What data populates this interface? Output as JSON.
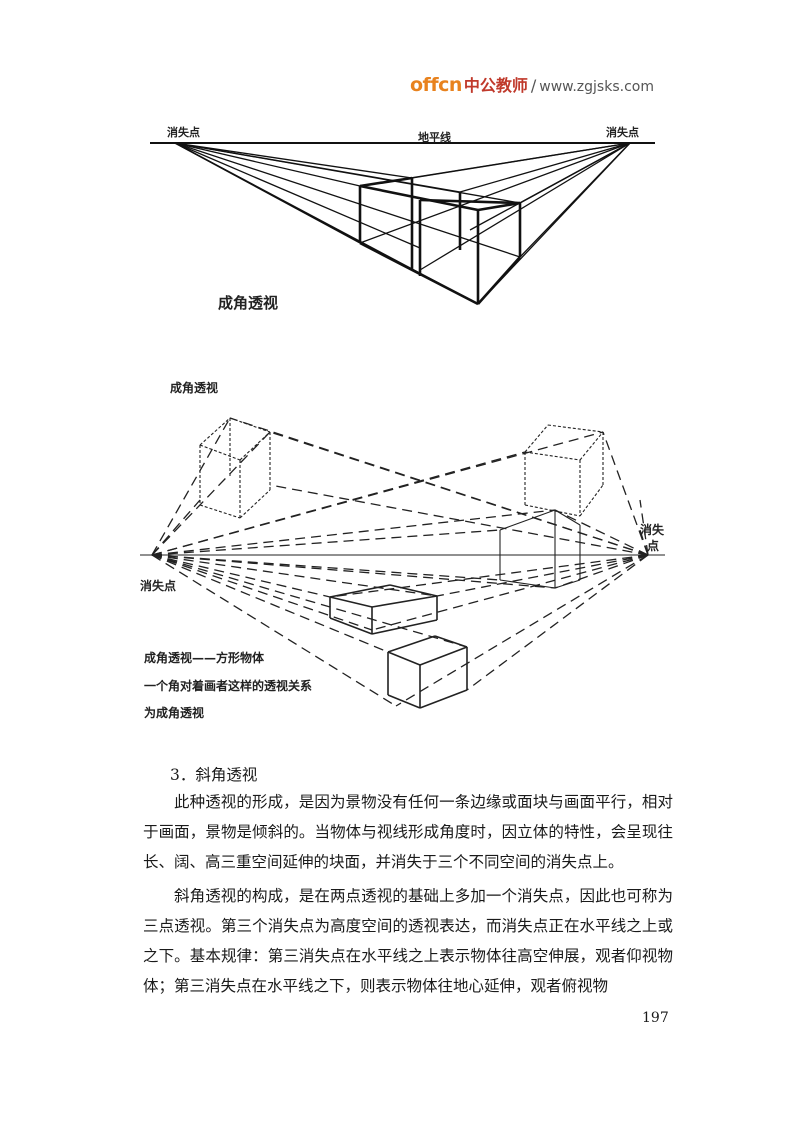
{
  "header": {
    "brand": "offcn",
    "brand_cn": "中公教师",
    "separator": "/",
    "url": "www.zgjsks.com"
  },
  "figure1": {
    "vp_left": "消失点",
    "horizon": "地平线",
    "vp_right": "消失点",
    "caption": "成角透视"
  },
  "figure2": {
    "title": "成角透视",
    "vp_right_line1": "消失",
    "vp_right_line2": "点",
    "vp_left": "消失点",
    "caption_line1": "成角透视——方形物体",
    "caption_line2": "一个角对着画者这样的透视关系",
    "caption_line3": "为成角透视"
  },
  "body": {
    "heading": "3．斜角透视",
    "para1": "此种透视的形成，是因为景物没有任何一条边缘或面块与画面平行，相对于画面，景物是倾斜的。当物体与视线形成角度时，因立体的特性，会呈现往长、阔、高三重空间延伸的块面，并消失于三个不同空间的消失点上。",
    "para2": "斜角透视的构成，是在两点透视的基础上多加一个消失点，因此也可称为三点透视。第三个消失点为高度空间的透视表达，而消失点正在水平线之上或之下。基本规律：第三消失点在水平线之上表示物体往高空伸展，观者仰视物体；第三消失点在水平线之下，则表示物体往地心延伸，观者俯视物"
  },
  "page_number": "197"
}
